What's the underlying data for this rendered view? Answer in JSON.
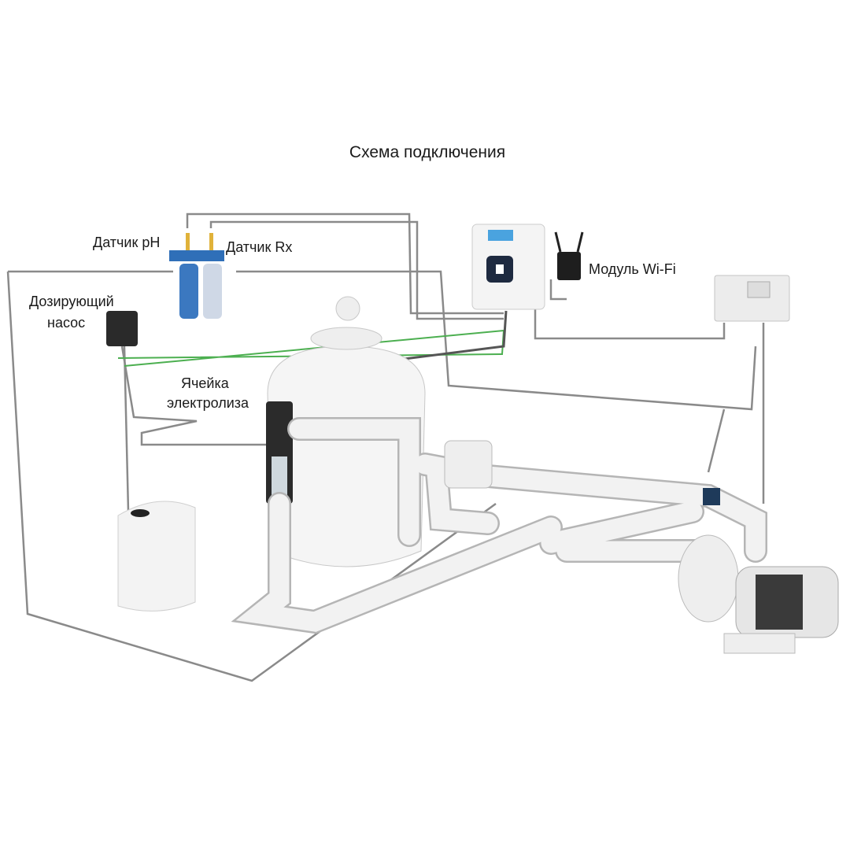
{
  "title": "Схема подключения",
  "labels": {
    "ph_sensor": "Датчик pH",
    "rx_sensor": "Датчик Rx",
    "wifi_module": "Модуль Wi-Fi",
    "dosing_pump_line1": "Дозирующий",
    "dosing_pump_line2": "насос",
    "electrolysis_cell_line1": "Ячейка",
    "electrolysis_cell_line2": "электролиза"
  },
  "colors": {
    "wire": "#8a8a8a",
    "signal_wire": "#4caf50",
    "pipe": "#f2f2f2",
    "pipe_edge": "#b5b5b5",
    "sensor_blue": "#2f6fb8"
  }
}
